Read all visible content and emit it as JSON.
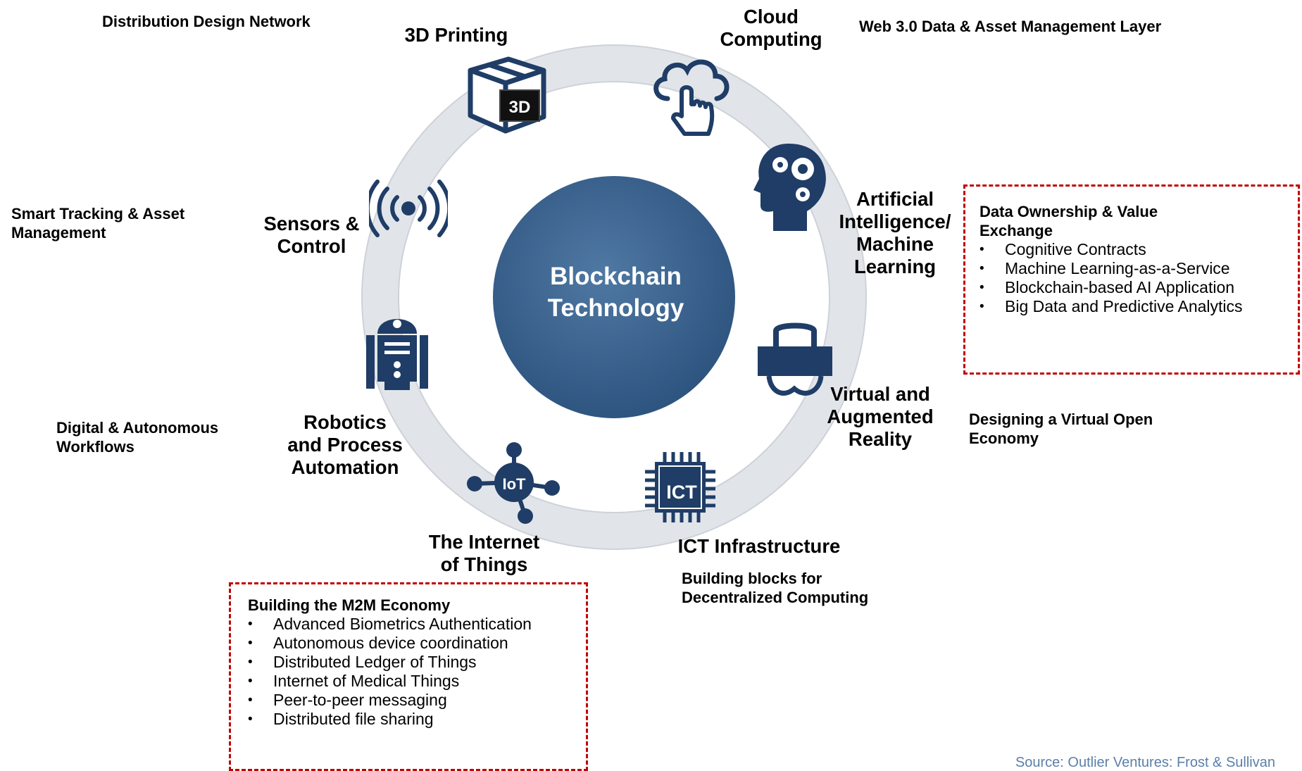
{
  "center": {
    "title": "Blockchain\nTechnology"
  },
  "technologies": {
    "printing_3d": "3D Printing",
    "cloud": "Cloud\nComputing",
    "ai": "Artificial\nIntelligence/\nMachine\nLearning",
    "vr": "Virtual and\nAugmented\nReality",
    "ict": "ICT Infrastructure",
    "iot": "The Internet\nof Things",
    "robotics": "Robotics\nand Process\nAutomation",
    "sensors": "Sensors &\nControl"
  },
  "icon_text": {
    "printing_3d": "3D",
    "iot": "IoT",
    "ict": "ICT"
  },
  "side_labels": {
    "distribution": "Distribution Design Network",
    "web3": "Web 3.0 Data & Asset Management Layer",
    "smart_tracking": "Smart Tracking & Asset\nManagement",
    "digital_workflows": "Digital & Autonomous\nWorkflows",
    "virtual_economy": "Designing a Virtual Open\nEconomy",
    "building_blocks": "Building blocks for\nDecentralized Computing"
  },
  "data_ownership_box": {
    "title": "Data Ownership & Value\nExchange",
    "items": [
      "Cognitive Contracts",
      "Machine Learning-as-a-Service",
      "Blockchain-based AI Application",
      "Big Data and Predictive Analytics"
    ]
  },
  "m2m_box": {
    "title": "Building the M2M Economy",
    "items": [
      "Advanced Biometrics Authentication",
      "Autonomous device coordination",
      "Distributed Ledger of Things",
      "Internet of Medical Things",
      "Peer-to-peer messaging",
      "Distributed file sharing"
    ]
  },
  "source": "Source: Outlier Ventures: Frost & Sullivan",
  "colors": {
    "icon_navy": "#1f3d66",
    "center_blue": "#3d6590",
    "box_border": "#c00000",
    "source_text": "#5b7fa8"
  }
}
